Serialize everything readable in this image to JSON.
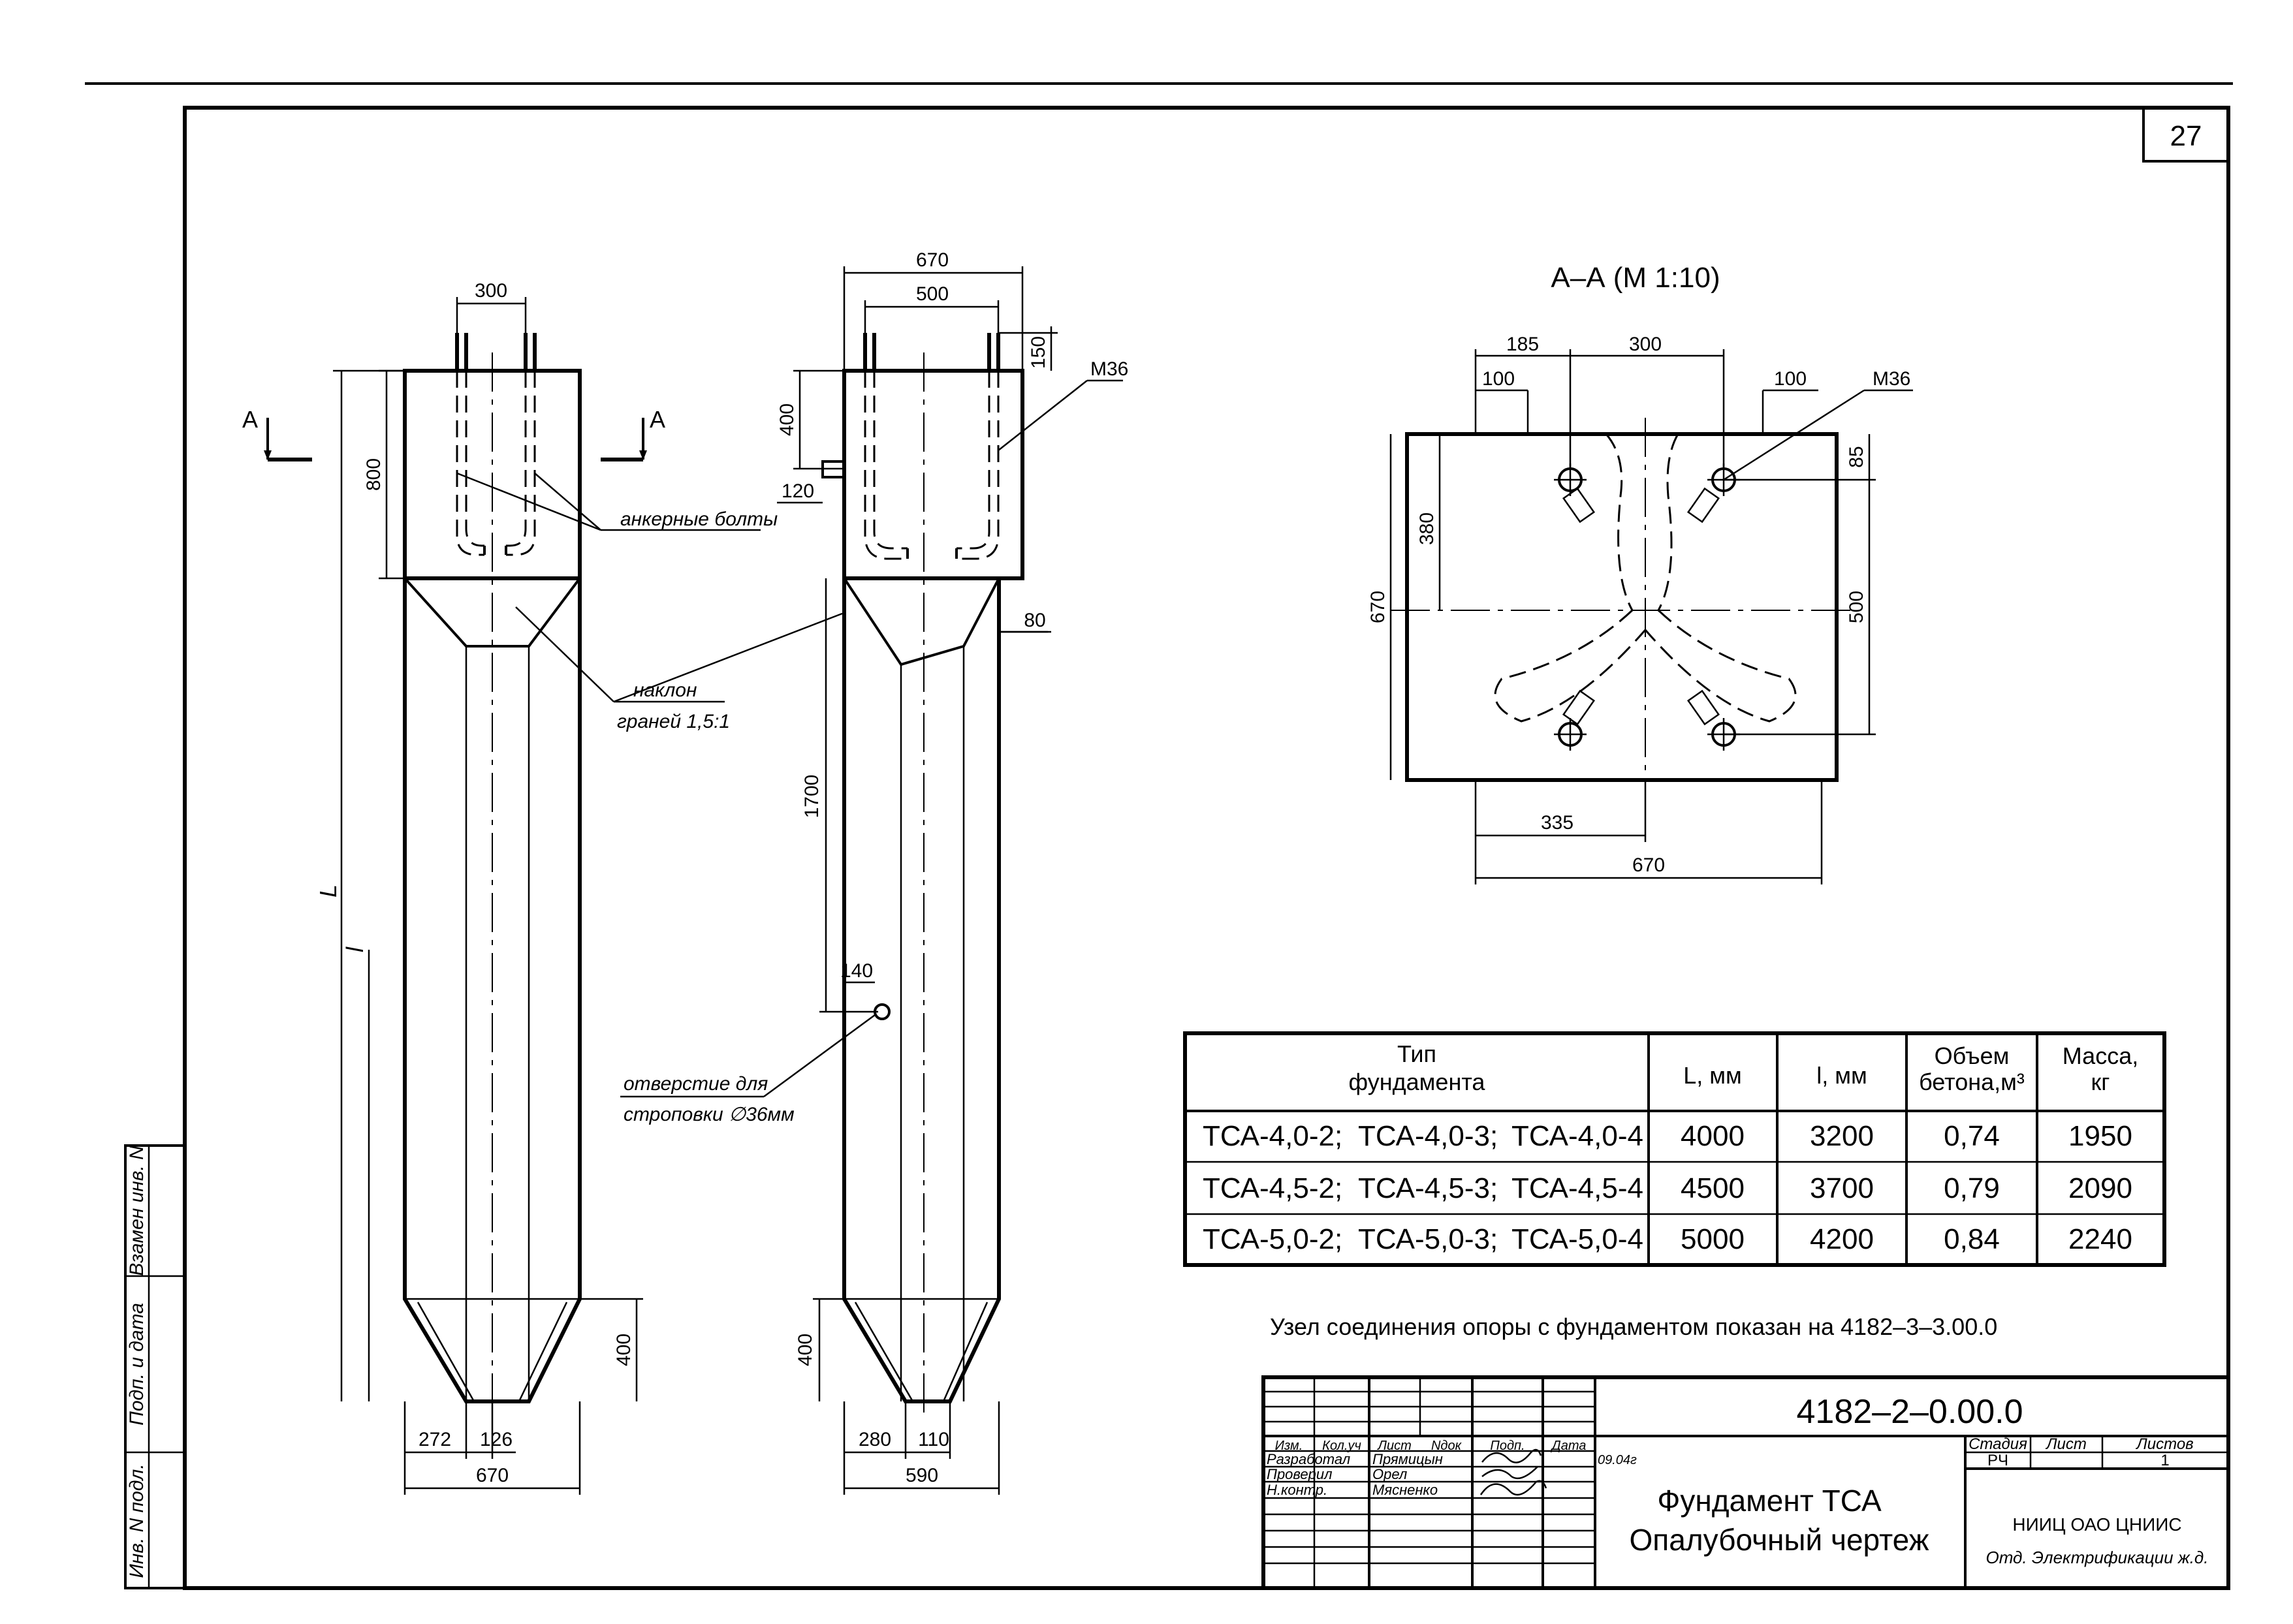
{
  "sheet_number": "27",
  "section": {
    "title": "А–А (М 1:10)",
    "marker": "А"
  },
  "labels": {
    "anchor_bolts": "анкерные болты",
    "slope": "наклон",
    "slope_value": "граней 1,5:1",
    "hole_1": "отверстие для",
    "hole_2": "строповки ∅36мм",
    "bolt": "М36",
    "L": "L",
    "l": "l"
  },
  "dims": {
    "front": {
      "top": "300",
      "height": "800",
      "bottom_h": "400",
      "b1": "272",
      "b2": "126",
      "width": "670"
    },
    "side": {
      "w670": "670",
      "w500": "500",
      "h150": "150",
      "h400": "400",
      "h120": "120",
      "h80": "80",
      "h1700": "1700",
      "h140": "140",
      "h400b": "400",
      "b1": "280",
      "b2": "110",
      "width": "590"
    },
    "section": {
      "d185": "185",
      "d300": "300",
      "d100a": "100",
      "d100b": "100",
      "d85": "85",
      "d380": "380",
      "d500": "500",
      "d670v": "670",
      "d335": "335",
      "d670h": "670"
    }
  },
  "table": {
    "headers": [
      "Тип фундамента",
      "L, мм",
      "l, мм",
      "Объем бетона,м³",
      "Масса, кг"
    ],
    "header_type_1": "Тип",
    "header_type_2": "фундамента",
    "header_L": "L, мм",
    "header_l": "l, мм",
    "header_vol_1": "Объем",
    "header_vol_2": "бетона,м³",
    "header_mass_1": "Масса,",
    "header_mass_2": "кг",
    "rows": [
      {
        "t1": "ТСА-4,0-2;",
        "t2": "ТСА-4,0-3;",
        "t3": "ТСА-4,0-4",
        "L": "4000",
        "l": "3200",
        "vol": "0,74",
        "mass": "1950"
      },
      {
        "t1": "ТСА-4,5-2;",
        "t2": "ТСА-4,5-3;",
        "t3": "ТСА-4,5-4",
        "L": "4500",
        "l": "3700",
        "vol": "0,79",
        "mass": "2090"
      },
      {
        "t1": "ТСА-5,0-2;",
        "t2": "ТСА-5,0-3;",
        "t3": "ТСА-5,0-4",
        "L": "5000",
        "l": "4200",
        "vol": "0,84",
        "mass": "2240"
      }
    ]
  },
  "note": "Узел соединения опоры с фундаментом показан на 4182–3–3.00.0",
  "title_block": {
    "code": "4182–2–0.00.0",
    "cols": [
      "Изм.",
      "Кол.уч",
      "Лист",
      "Nдок",
      "Подп.",
      "Дата"
    ],
    "roles": [
      {
        "role": "Разработал",
        "name": "Прямицын",
        "date": "09.04г"
      },
      {
        "role": "Проверил",
        "name": "Орел",
        "date": ""
      },
      {
        "role": "Н.контр.",
        "name": "Мясненко",
        "date": ""
      }
    ],
    "title_1": "Фундамент ТСА",
    "title_2": "Опалубочный чертеж",
    "stage_label": "Стадия",
    "sheet_label": "Лист",
    "sheets_label": "Листов",
    "stage": "РЧ",
    "sheet": "",
    "sheets": "1",
    "org_1": "НИИЦ  ОАО ЦНИИС",
    "org_2": "Отд. Электрификации ж.д."
  },
  "side_stamp": [
    "Взамен инв. N",
    "Подп. и дата",
    "Инв. N подл."
  ]
}
